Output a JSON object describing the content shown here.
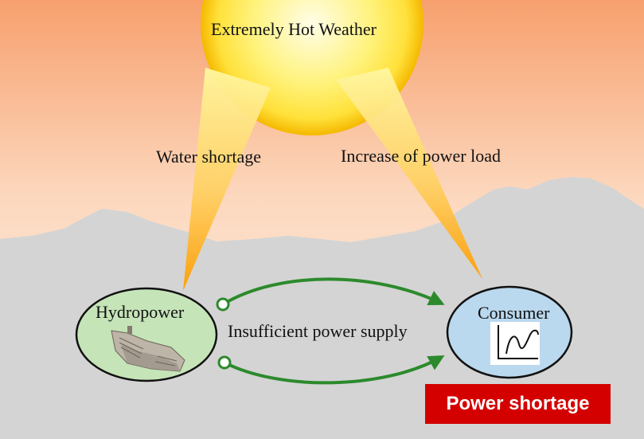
{
  "diagram": {
    "sun": {
      "label": "Extremely Hot Weather"
    },
    "beams": {
      "left_label": "Water shortage",
      "right_label": "Increase of power load"
    },
    "nodes": {
      "hydropower": {
        "label": "Hydropower",
        "icon": "dam-icon",
        "fill": "#c5e4b8"
      },
      "consumer": {
        "label": "Consumer",
        "icon": "load-curve-icon",
        "fill": "#bad8ee"
      }
    },
    "flow": {
      "label": "Insufficient power supply",
      "arrow_color": "#2c8a2c"
    },
    "result": {
      "label": "Power shortage",
      "color": "#d40000"
    },
    "colors": {
      "sky_top": "#f7a06e",
      "sky_bottom": "#fff3ea",
      "map": "#d4d4d4",
      "sun": "#ffe14a"
    }
  }
}
